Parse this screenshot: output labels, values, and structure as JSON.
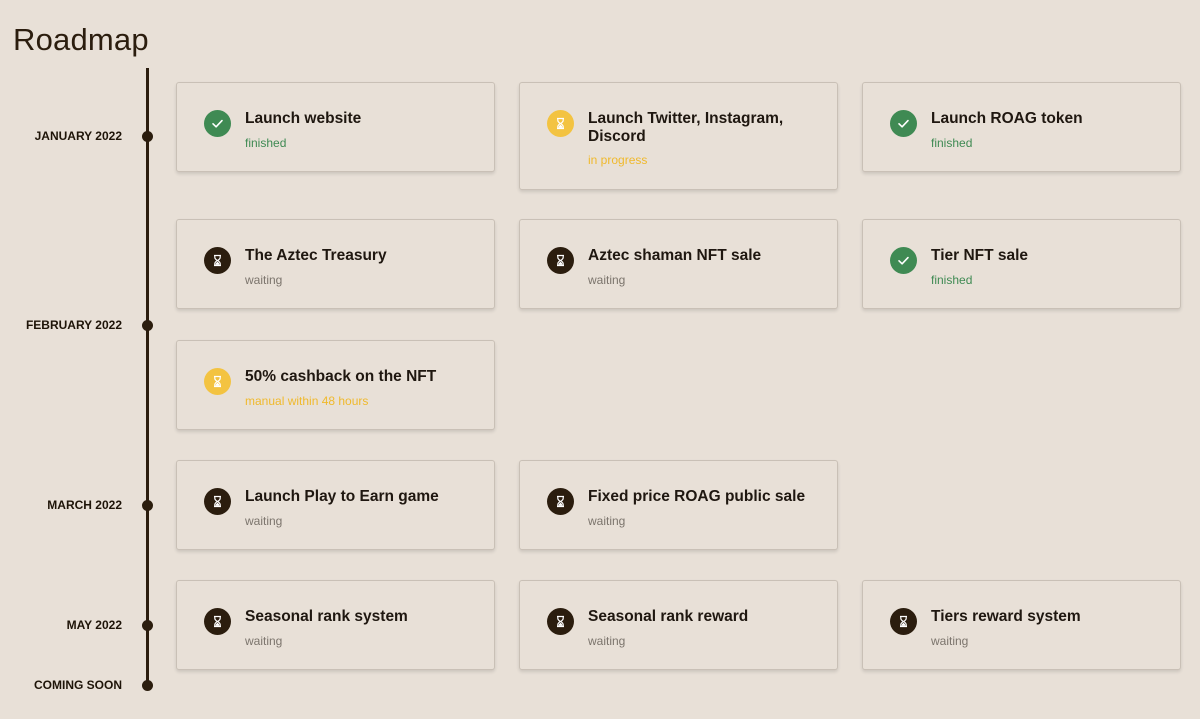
{
  "title": "Roadmap",
  "colors": {
    "background": "#e8e0d7",
    "timeline": "#2b1d0e",
    "finished": "#3f8a53",
    "in_progress": "#f3c341",
    "waiting": "#2b1d0e"
  },
  "timeline": {
    "markers": [
      {
        "label": "JANUARY 2022"
      },
      {
        "label": "FEBRUARY 2022"
      },
      {
        "label": "MARCH 2022"
      },
      {
        "label": "MAY 2022"
      },
      {
        "label": "COMING SOON"
      }
    ]
  },
  "cards": [
    {
      "name": "Launch website",
      "status": "finished",
      "icon": "check-icon"
    },
    {
      "name": "Launch Twitter, Instagram, Discord",
      "status": "in progress",
      "icon": "hourglass-icon"
    },
    {
      "name": "Launch ROAG token",
      "status": "finished",
      "icon": "check-icon"
    },
    {
      "name": "The Aztec Treasury",
      "status": "waiting",
      "icon": "hourglass-icon"
    },
    {
      "name": "Aztec shaman NFT sale",
      "status": "waiting",
      "icon": "hourglass-icon"
    },
    {
      "name": "Tier NFT sale",
      "status": "finished",
      "icon": "check-icon"
    },
    {
      "name": "50% cashback on the NFT",
      "status": "manual within 48 hours",
      "icon": "hourglass-icon"
    },
    {
      "name": "Launch Play to Earn game",
      "status": "waiting",
      "icon": "hourglass-icon"
    },
    {
      "name": "Fixed price ROAG public sale",
      "status": "waiting",
      "icon": "hourglass-icon"
    },
    {
      "name": "Seasonal rank system",
      "status": "waiting",
      "icon": "hourglass-icon"
    },
    {
      "name": "Seasonal rank reward",
      "status": "waiting",
      "icon": "hourglass-icon"
    },
    {
      "name": "Tiers reward system",
      "status": "waiting",
      "icon": "hourglass-icon"
    }
  ]
}
